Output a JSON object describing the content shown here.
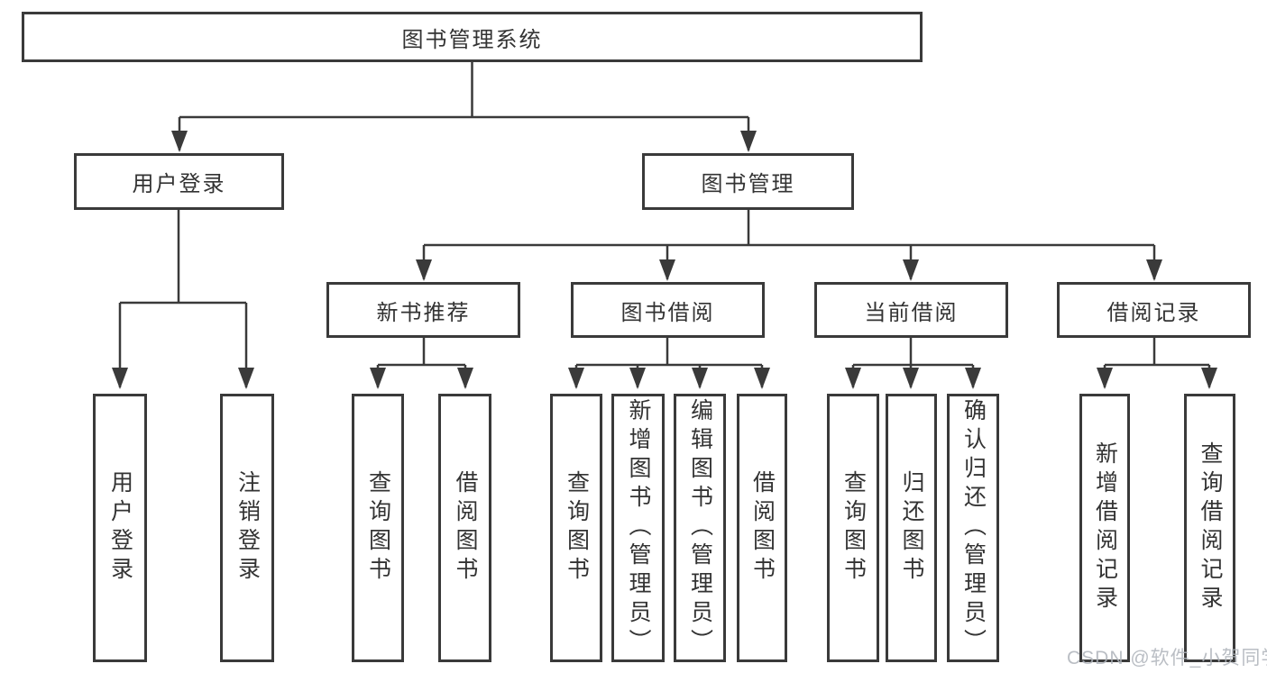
{
  "colors": {
    "line": "#3a3a3a",
    "text": "#333333",
    "background": "#ffffff",
    "watermark": "#aeb3ba"
  },
  "watermark": "CSDN @软件_小贺同学",
  "tree": {
    "label": "图书管理系统",
    "children": [
      {
        "label": "用户登录",
        "children": [
          {
            "label": "用户登录"
          },
          {
            "label": "注销登录"
          }
        ]
      },
      {
        "label": "图书管理",
        "children": [
          {
            "label": "新书推荐",
            "children": [
              {
                "label": "查询图书"
              },
              {
                "label": "借阅图书"
              }
            ]
          },
          {
            "label": "图书借阅",
            "children": [
              {
                "label": "查询图书"
              },
              {
                "label": "新增图书（管理员）"
              },
              {
                "label": "编辑图书（管理员）"
              },
              {
                "label": "借阅图书"
              }
            ]
          },
          {
            "label": "当前借阅",
            "children": [
              {
                "label": "查询图书"
              },
              {
                "label": "归还图书"
              },
              {
                "label": "确认归还（管理员）"
              }
            ]
          },
          {
            "label": "借阅记录",
            "children": [
              {
                "label": "新增借阅记录"
              },
              {
                "label": "查询借阅记录"
              }
            ]
          }
        ]
      }
    ]
  }
}
